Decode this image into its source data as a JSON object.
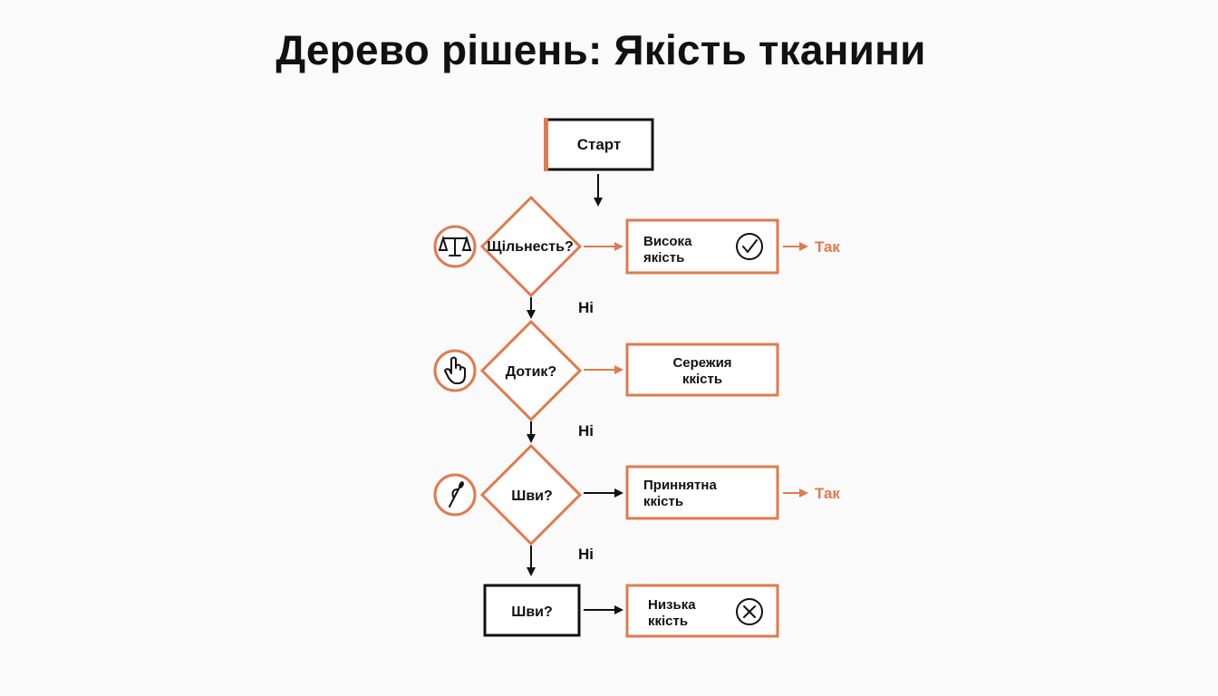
{
  "title": "Дерево рішень: Якість тканини",
  "colors": {
    "accent": "#E07A4F",
    "ink": "#111111",
    "background": "#FAFAFA"
  },
  "start": {
    "label": "Старт"
  },
  "decisions": [
    {
      "label": "Щільнесть?",
      "icon": "scales-icon"
    },
    {
      "label": "Дотик?",
      "icon": "hand-pointer-icon"
    },
    {
      "label": "Шви?",
      "icon": "needle-icon"
    }
  ],
  "outcomes": [
    {
      "line1": "Висока",
      "line2": "якість",
      "icon": "check-circle-icon"
    },
    {
      "line1": "Сережия",
      "line2": "ккість"
    },
    {
      "line1": "Приннятна",
      "line2": "ккість"
    },
    {
      "line1": "Низька",
      "line2": "ккість",
      "icon": "x-circle-icon"
    }
  ],
  "final_step": {
    "label": "Шви?"
  },
  "branch_labels": {
    "yes": "Так",
    "no": "Ні"
  }
}
